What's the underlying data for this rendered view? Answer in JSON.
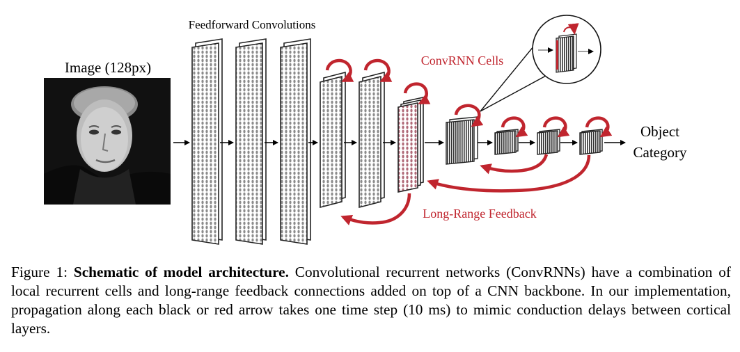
{
  "figure": {
    "image_label": "Image (128px)",
    "feedforward_label": "Feedforward Convolutions",
    "convrnn_label": "ConvRNN Cells",
    "feedback_label": "Long-Range Feedback",
    "output_label_line1": "Object",
    "output_label_line2": "Category",
    "photo": "portrait-photo",
    "colors": {
      "feedback": "#c0252e",
      "arrow": "#000000",
      "layer_dot": "#8c8c8c"
    }
  },
  "caption": {
    "prefix": "Figure 1: ",
    "title": "Schematic of model architecture.",
    "body": " Convolutional recurrent networks (ConvRNNs) have a combination of local recurrent cells and long-range feedback connections added on top of a CNN backbone. In our implementation, propagation along each black or red arrow takes one time step (10 ms) to mimic conduction delays between cortical layers."
  }
}
